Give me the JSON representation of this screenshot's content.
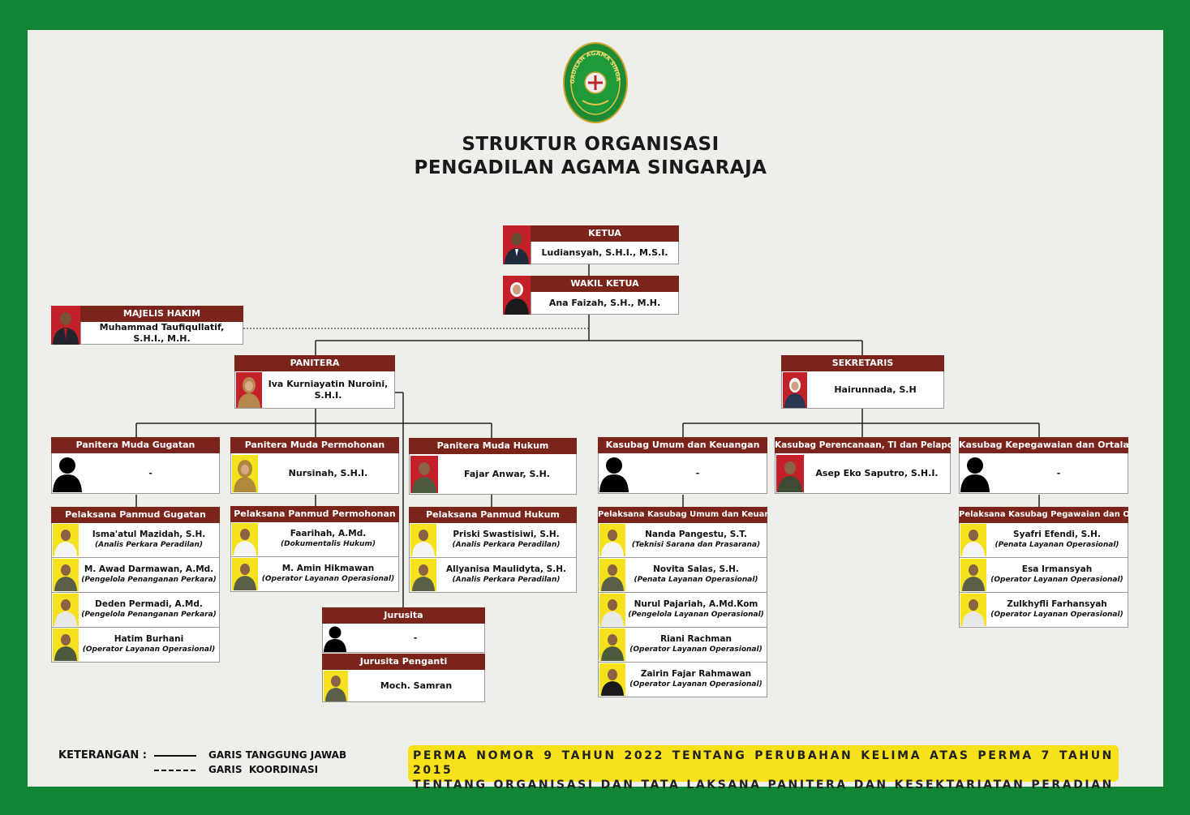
{
  "title_line1": "STRUKTUR ORGANISASI",
  "title_line2": "PENGADILAN AGAMA SINGARAJA",
  "logo_text": "PENGADILAN AGAMA SINGARAJA",
  "colors": {
    "frame": "#118534",
    "header": "#7a241b",
    "canvas": "#eeeeea",
    "banner": "#f7e11a"
  },
  "ketua": {
    "title": "KETUA",
    "name": "Ludiansyah, S.H.I., M.S.I."
  },
  "wakil": {
    "title": "WAKIL KETUA",
    "name": "Ana Faizah, S.H., M.H."
  },
  "majelis": {
    "title": "MAJELIS HAKIM",
    "name": "Muhammad Taufiqullatif, S.H.I., M.H."
  },
  "panitera": {
    "title": "PANITERA",
    "name": "Iva Kurniayatin Nuroini, S.H.I."
  },
  "sekretaris": {
    "title": "SEKRETARIS",
    "name": "Hairunnada, S.H"
  },
  "pm_gugatan": {
    "title": "Panitera Muda Gugatan",
    "name": "-"
  },
  "pm_permohonan": {
    "title": "Panitera Muda Permohonan",
    "name": "Nursinah, S.H.I."
  },
  "pm_hukum": {
    "title": "Panitera Muda Hukum",
    "name": "Fajar Anwar, S.H."
  },
  "kas_umum": {
    "title": "Kasubag Umum dan Keuangan",
    "name": "-"
  },
  "kas_ptip": {
    "title": "Kasubag Perencanaan, TI dan Pelaporan",
    "name": "Asep Eko Saputro, S.H.I."
  },
  "kas_kepeg": {
    "title": "Kasubag Kepegawaian dan Ortala",
    "name": "-"
  },
  "pel_gugatan": {
    "title": "Pelaksana Panmud Gugatan",
    "members": [
      {
        "name": "Isma'atul Mazidah, S.H.",
        "role": "(Analis Perkara Peradilan)"
      },
      {
        "name": "M. Awad Darmawan, A.Md.",
        "role": "(Pengelola Penanganan Perkara)"
      },
      {
        "name": "Deden Permadi, A.Md.",
        "role": "(Pengelola Penanganan Perkara)"
      },
      {
        "name": "Hatim Burhani",
        "role": "(Operator Layanan Operasional)"
      }
    ]
  },
  "pel_permohonan": {
    "title": "Pelaksana Panmud Permohonan",
    "members": [
      {
        "name": "Faarihah, A.Md.",
        "role": "(Dokumentalis Hukum)"
      },
      {
        "name": "M. Amin Hikmawan",
        "role": "(Operator Layanan Operasional)"
      }
    ]
  },
  "pel_hukum": {
    "title": "Pelaksana Panmud Hukum",
    "members": [
      {
        "name": "Priski Swastisiwi, S.H.",
        "role": "(Analis Perkara Peradilan)"
      },
      {
        "name": "Allyanisa Maulidyta, S.H.",
        "role": "(Analis Perkara Peradilan)"
      }
    ]
  },
  "pel_umum": {
    "title": "Pelaksana Kasubag Umum dan Keuangan",
    "members": [
      {
        "name": "Nanda Pangestu, S.T.",
        "role": "(Teknisi Sarana dan Prasarana)"
      },
      {
        "name": "Novita Salas, S.H.",
        "role": "(Penata Layanan Operasional)"
      },
      {
        "name": "Nurul Pajariah, A.Md.Kom",
        "role": "(Pengelola Layanan Operasional)"
      },
      {
        "name": "Riani Rachman",
        "role": "(Operator Layanan Operasional)"
      },
      {
        "name": "Zairin Fajar Rahmawan",
        "role": "(Operator Layanan Operasional)"
      }
    ]
  },
  "pel_kepeg": {
    "title": "Pelaksana Kasubag Pegawaian dan Ortala",
    "members": [
      {
        "name": "Syafri Efendi, S.H.",
        "role": "(Penata Layanan Operasional)"
      },
      {
        "name": "Esa Irmansyah",
        "role": "(Operator Layanan Operasional)"
      },
      {
        "name": "Zulkhyfli Farhansyah",
        "role": "(Operator Layanan Operasional)"
      }
    ]
  },
  "jurusita": {
    "title": "Jurusita",
    "name": "-"
  },
  "jurusita_pengganti": {
    "title": "Jurusita Penganti",
    "name": "Moch. Samran"
  },
  "legend": {
    "label": "KETERANGAN :",
    "solid": "GARIS TANGGUNG JAWAB",
    "dashed": "GARIS  KOORDINASI"
  },
  "perma": {
    "line1": "PERMA NOMOR 9 TAHUN 2022 TENTANG PERUBAHAN KELIMA ATAS PERMA 7 TAHUN 2015",
    "line2": "TENTANG ORGANISASI DAN TATA LAKSANA PANITERA DAN KESEKTARIATAN PERADIAN"
  }
}
